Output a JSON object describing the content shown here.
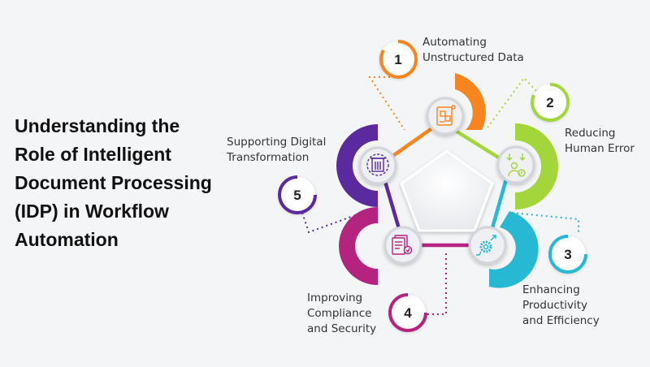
{
  "title": {
    "lines": [
      "Understanding the",
      "Role of Intelligent",
      "Document Processing",
      "(IDP) in Workflow",
      "Automation"
    ]
  },
  "steps": [
    {
      "number": "1",
      "label_lines": [
        "Automating",
        "Unstructured Data"
      ],
      "color": "#f7851f",
      "icon": "puzzle-document-icon"
    },
    {
      "number": "2",
      "label_lines": [
        "Reducing",
        "Human Error"
      ],
      "color": "#a3d63b",
      "icon": "user-error-icon"
    },
    {
      "number": "3",
      "label_lines": [
        "Enhancing",
        "Productivity",
        "and Efficiency"
      ],
      "color": "#27b9d4",
      "icon": "gear-growth-icon"
    },
    {
      "number": "4",
      "label_lines": [
        "Improving",
        "Compliance",
        "and Security"
      ],
      "color": "#b4247f",
      "icon": "secure-document-icon"
    },
    {
      "number": "5",
      "label_lines": [
        "Supporting Digital",
        "Transformation"
      ],
      "color": "#5b2a9e",
      "icon": "digital-building-icon"
    }
  ]
}
